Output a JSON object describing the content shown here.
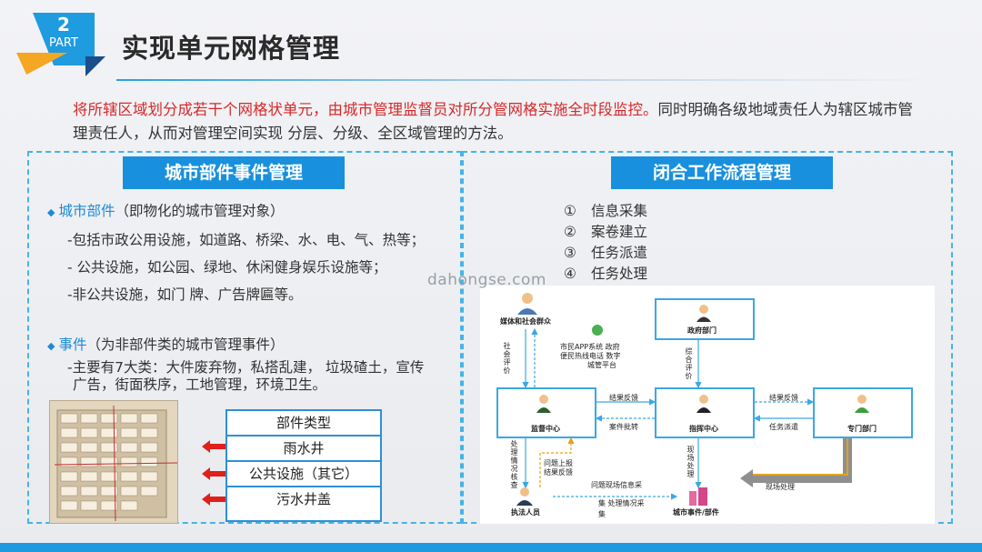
{
  "header": {
    "part_number": "2",
    "part_label": "PART",
    "title": "实现单元网格管理"
  },
  "intro": {
    "highlight": "将所辖区域划分成若干个网格状单元，由城市管理监督员对所分管网格实施全时段监控。",
    "rest": "同时明确各级地域责任人为辖区城市管理责任人，从而对管理空间实现 分层、分级、全区域管理的方法。"
  },
  "left_panel": {
    "header": "城市部件事件管理",
    "components": {
      "term": "城市部件",
      "def": "（即物化的城市管理对象）",
      "lines": [
        "-包括市政公用设施，如道路、桥梁、水、电、气、热等；",
        "- 公共设施，如公园、绿地、休闲健身娱乐设施等；",
        "-非公共设施，如门 牌、广告牌匾等。"
      ]
    },
    "events": {
      "term": "事件",
      "def": "（为非部件类的城市管理事件）",
      "lines": [
        "-主要有7大类：大件废弃物，私搭乱建， 垃圾碴土，宣传",
        "广告，街面秩序，工地管理，环境卫生。"
      ]
    },
    "table": {
      "header": "部件类型",
      "rows": [
        "雨水井",
        "公共设施（其它）",
        "污水井盖"
      ]
    }
  },
  "right_panel": {
    "header": "闭合工作流程管理",
    "steps": [
      {
        "num": "①",
        "label": "信息采集"
      },
      {
        "num": "②",
        "label": "案卷建立"
      },
      {
        "num": "③",
        "label": "任务派遣"
      },
      {
        "num": "④",
        "label": "任务处理"
      }
    ],
    "flow": {
      "media": "媒体和社会群众",
      "platform_1": "市民APP系统 政府",
      "platform_2": "便民热线电话 数字",
      "platform_3": "城管平台",
      "gov": "政府部门",
      "supervision": "监督中心",
      "command": "指挥中心",
      "dept": "专门部门",
      "enforcer": "执法人员",
      "event": "城市事件/部件",
      "social_eval": "社会评价",
      "overall_eval": "综合评价",
      "feedback_1": "结果反馈",
      "feedback_2": "结果反馈",
      "case_review": "案件批转",
      "dispatch": "任务派遣",
      "check": "处理情况核查",
      "report_1": "问题上报",
      "report_2": "结果反馈",
      "collect_1": "问题现场信息采",
      "collect_2": "集 处理情况采",
      "collect_3": "集",
      "onsite": "现场处理",
      "onsite_arrow": "现场处理"
    }
  },
  "watermark": "dahongse.com",
  "colors": {
    "accent_blue": "#1890dd",
    "highlight_red": "#d8292b",
    "badge_orange": "#f5a623"
  }
}
